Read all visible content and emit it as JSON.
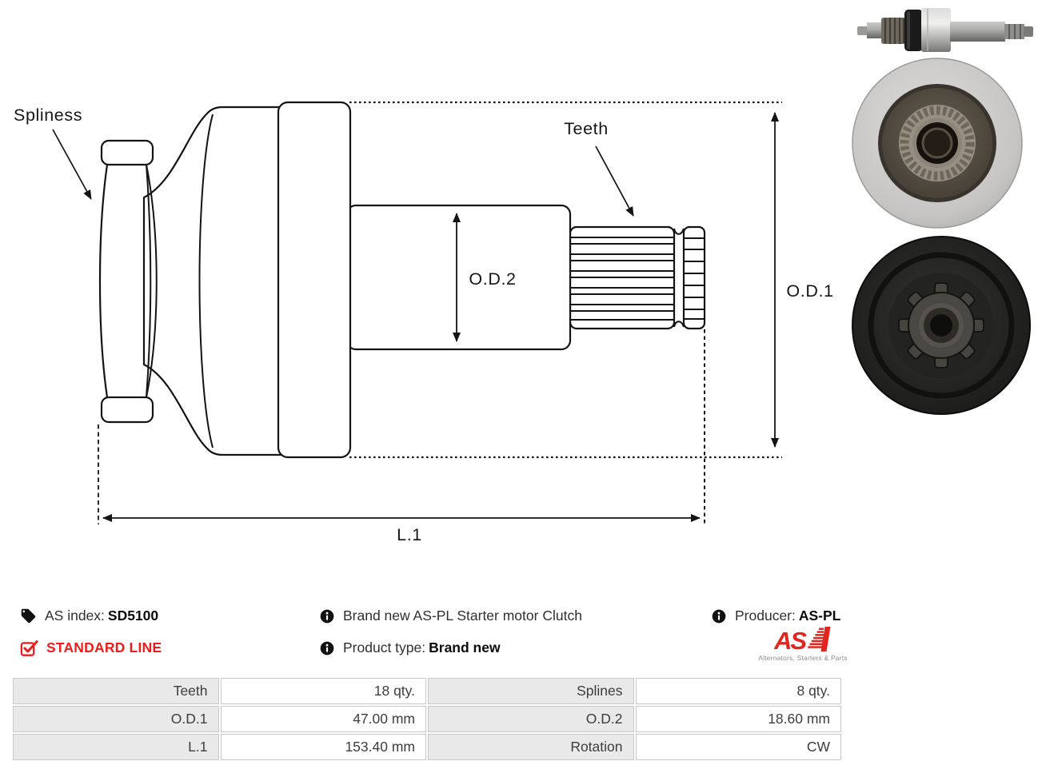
{
  "product": {
    "as_index": {
      "label": "AS index:",
      "value": "SD5100"
    },
    "line_badge": "STANDARD LINE",
    "description": "Brand new AS-PL Starter motor Clutch",
    "product_type": {
      "label": "Product type:",
      "value": "Brand new"
    },
    "producer": {
      "label": "Producer:",
      "value": "AS-PL"
    }
  },
  "logo": {
    "text": "AS",
    "tagline": "Alternators, Starters & Parts"
  },
  "diagram": {
    "labels": {
      "splines": "Spliness",
      "teeth": "Teeth",
      "od1": "O.D.1",
      "od2": "O.D.2",
      "l1": "L.1"
    }
  },
  "spec_table": {
    "rows": [
      [
        "Teeth",
        "18 qty.",
        "Splines",
        "8 qty."
      ],
      [
        "O.D.1",
        "47.00 mm",
        "O.D.2",
        "18.60 mm"
      ],
      [
        "L.1",
        "153.40 mm",
        "Rotation",
        "CW"
      ]
    ]
  },
  "colors": {
    "accent_red": "#ee1c1c",
    "logo_red": "#e2261f",
    "line_black": "#141414",
    "table_label_bg": "#e9e9e9",
    "table_border": "#c8c8c8"
  }
}
